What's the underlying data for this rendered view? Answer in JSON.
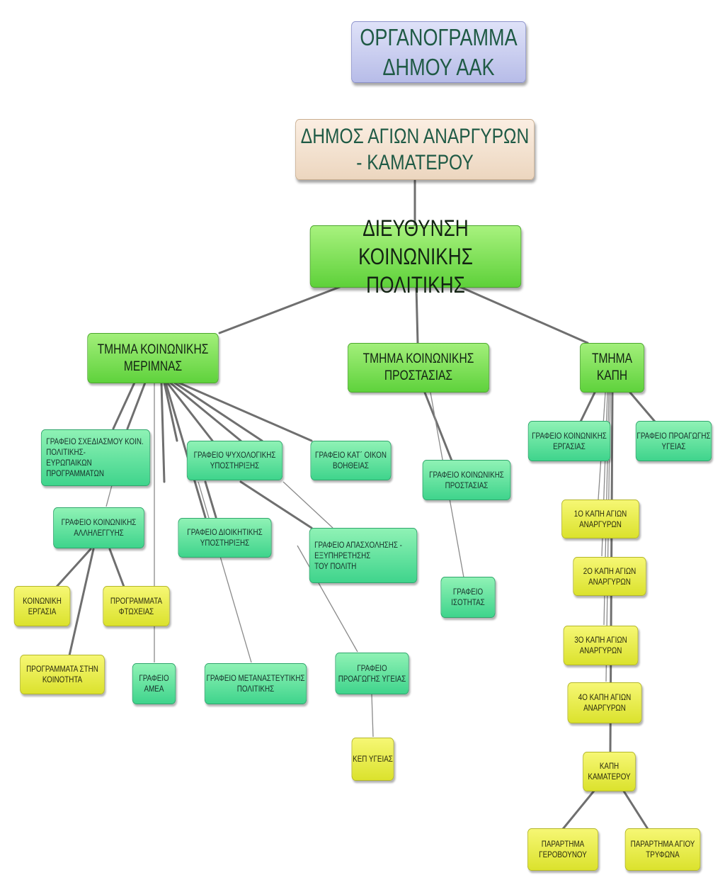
{
  "nodes": {
    "title": "ΟΡΓΑΝΟΓΡΑΜΜΑ ΔΗΜΟΥ  ΑΑΚ",
    "municipality": "ΔΗΜΟΣ ΑΓΙΩΝ  ΑΝΑΡΓΥΡΩΝ - ΚΑΜΑΤΕΡΟΥ",
    "direction": "ΔΙΕΥΘΥΝΣΗ  ΚΟΙΝΩΝΙΚΗΣ ΠΟΛΙΤΙΚΗΣ",
    "dept_welfare": "ΤΜΗΜΑ ΚΟΙΝΩΝΙΚΗΣ ΜΕΡΙΜΝΑΣ",
    "dept_protection": "ΤΜΗΜΑ ΚΟΙΝΩΝΙΚΗΣ  ΠΡΟΣΤΑΣΙΑΣ",
    "dept_kapi": "ΤΜΗΜΑ ΚΑΠΗ",
    "office_planning_line1": "ΓΡΑΦΕΙΟ ΣΧΕΔΙΑΣΜΟΥ  ΚΟΙΝ. ΠΟΛΙΤΙΚΗΣ-",
    "office_planning_line2": "ΕΥΡΩΠΑΙΚΩΝ  ΠΡΟΓΡΑΜΜΑΤΩΝ",
    "office_psych": "ΓΡΑΦΕΙΟ  ΨΥΧΟΛΟΓΙΚΗΣ ΥΠΟΣΤΗΡΙΞΗΣ",
    "office_home_help": "ΓΡΑΦΕΙΟ ΚΑΤ΄ ΟΙΚΟΝ ΒΟΗΘΕΙΑΣ",
    "office_solidarity": "ΓΡΑΦΕΙΟ ΚΟΙΝΩΝΙΚΗΣ ΑΛΛΗΛΕΓΓΥΗΣ",
    "office_admin": "ΓΡΑΦΕΙΟ  ΔΙΟΙΚΗΤΙΚΗΣ  ΥΠΟΣΤΗΡΙΞΗΣ",
    "office_employment_line1": "ΓΡΑΦΕΙΟ ΑΠΑΣΧΟΛΗΣΗΣ - ΕΞΥΠΗΡΕΤΗΣΗΣ",
    "office_employment_line2": "ΤΟΥ ΠΟΛΙΤΗ",
    "social_work": "ΚΟΙΝΩΝΙΚΗ ΕΡΓΑΣΙΑ",
    "poverty_programs": "ΠΡΟΓΡΑΜΜΑΤΑ ΦΤΩΧΕΙΑΣ",
    "community_programs": "ΠΡΟΓΡΑΜΜΑΤΑ ΣΤΗΝ ΚΟΙΝΟΤΗΤΑ",
    "office_amea": "ΓΡΑΦΕΙΟ ΑΜΕΑ",
    "office_migration": "ΓΡΑΦΕΙΟ  ΜΕΤΑΝΑΣΤΕΥΤΙΚΗΣ  ΠΟΛΙΤΙΚΗΣ",
    "office_health_promo_welfare": "ΓΡΑΦΕΙΟ ΠΡΟΑΓΩΓΗΣ ΥΓΕΙΑΣ",
    "kep_health": "ΚΕΠ ΥΓΕΙΑΣ",
    "office_social_protection": "ΓΡΑΦΕΙΟ  ΚΟΙΝΩΝΙΚΗΣ ΠΡΟΣΤΑΣΙΑΣ",
    "office_equality": "ΓΡΑΦΕΙΟ  ΙΣΟΤΗΤΑΣ",
    "office_social_work_kapi": "ΓΡΑΦΕΙΟ ΚΟΙΝΩΝΙΚΗΣ  ΕΡΓΑΣΙΑΣ",
    "office_health_promo_kapi": "ΓΡΑΦΕΙΟ  ΠΡΟΑΓΩΓΗΣ ΥΓΕΙΑΣ",
    "kapi1": "1Ο  ΚΑΠΗ ΑΓΙΩΝ  ΑΝΑΡΓΥΡΩΝ",
    "kapi2": "2Ο ΚΑΠΗ ΑΓΙΩΝ  ΑΝΑΡΓΥΡΩΝ",
    "kapi3": "3Ο  ΚΑΠΗ ΑΓΙΩΝ ΑΝΑΡΓΥΡΩΝ",
    "kapi4": "4Ο ΚΑΠΗ ΑΓΙΩΝ  ΑΝΑΡΓΥΡΩΝ",
    "kapi_kamaterou": "ΚΑΠΗ ΚΑΜΑΤΕΡΟΥ",
    "branch_gerovounou": "ΠΑΡΑΡΤΗΜΑ  ΓΕΡΟΒΟΥΝΟΥ",
    "branch_agiou_tryfona": "ΠΑΡΑΡΤΗΜΑ ΑΓΙΟΥ  ΤΡΥΦΩΝΑ"
  }
}
